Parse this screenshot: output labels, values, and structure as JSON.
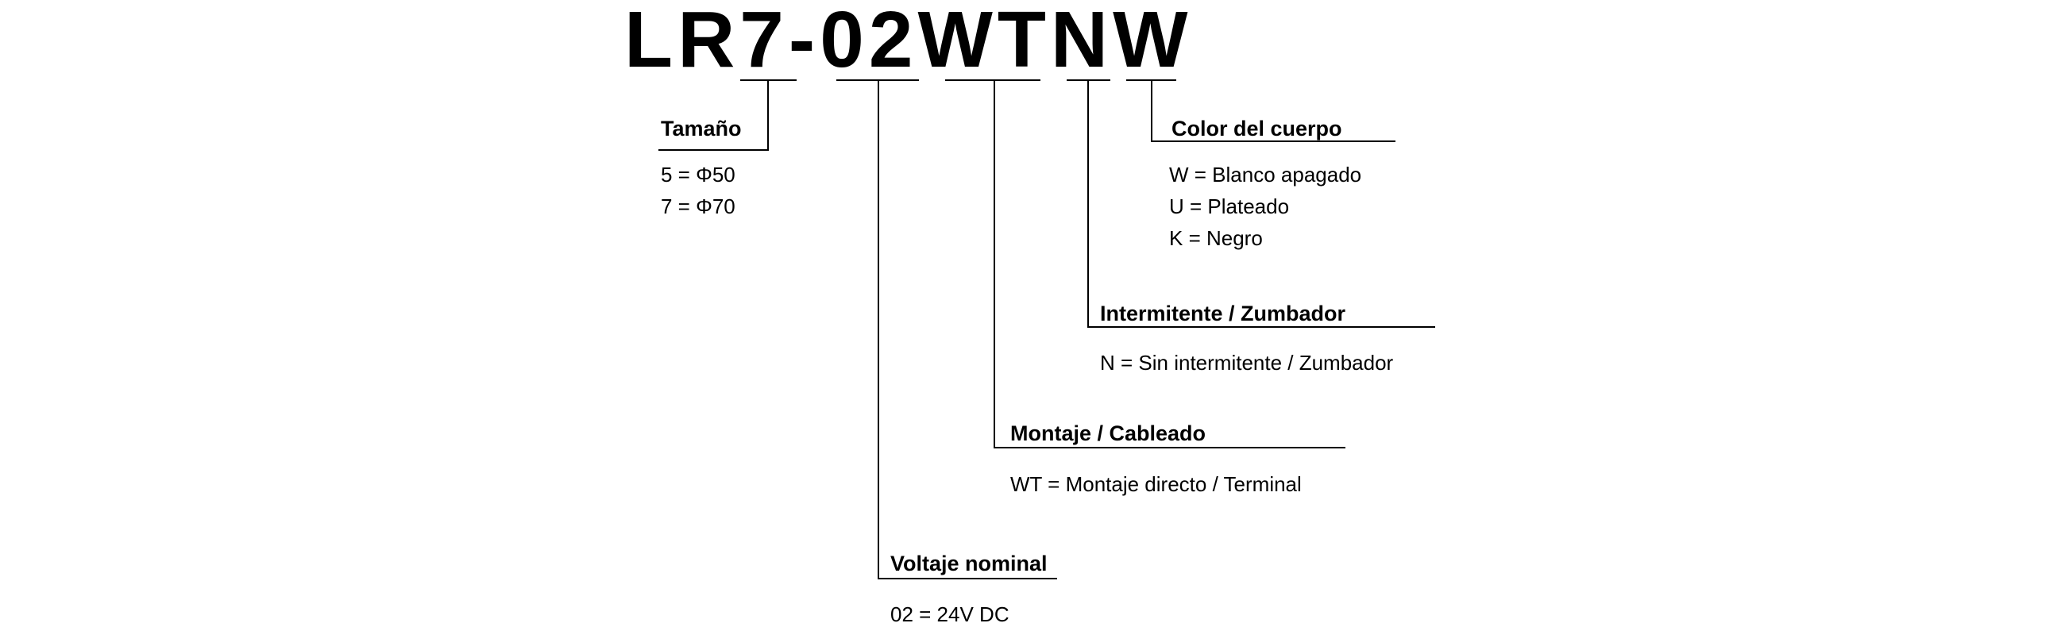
{
  "diagram": {
    "model_number": "LR7-02WTNW",
    "segments": [
      {
        "code": "7",
        "label": "Tamaño",
        "options": [
          "5 = Φ50",
          "7 = Φ70"
        ]
      },
      {
        "code": "02",
        "label": "Voltaje nominal",
        "options": [
          "02 = 24V DC"
        ]
      },
      {
        "code": "WT",
        "label": "Montaje / Cableado",
        "options": [
          "WT = Montaje directo / Terminal"
        ]
      },
      {
        "code": "N",
        "label": "Intermitente / Zumbador",
        "options": [
          "N = Sin intermitente / Zumbador"
        ]
      },
      {
        "code": "W",
        "label": "Color del cuerpo",
        "options": [
          "W = Blanco apagado",
          "U = Plateado",
          "K = Negro"
        ]
      }
    ],
    "colors": {
      "text": "#000000",
      "background": "#ffffff",
      "line": "#000000"
    }
  }
}
